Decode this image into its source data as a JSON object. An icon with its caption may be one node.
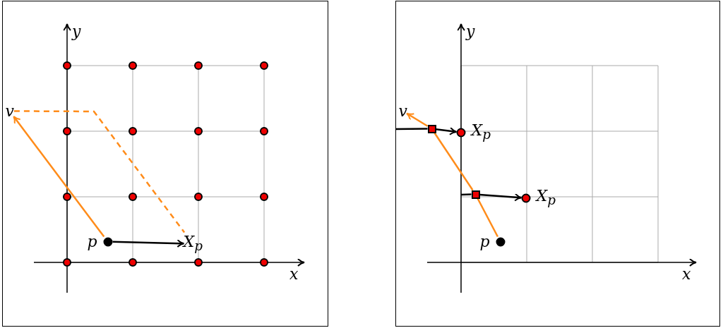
{
  "diagram": {
    "nodes": [
      {
        "text": [],
        "shape": "box"
      },
      {
        "text": [
          "p"
        ],
        "in": 0
      },
      {
        "text": [
          "v"
        ],
        "in": 0
      },
      {
        "text": [
          "X$_{p}$"
        ],
        "in": 0
      },
      {
        "text": [],
        "shape": "box"
      },
      {
        "text": [
          "p"
        ],
        "in": 4
      },
      {
        "text": [
          "v"
        ],
        "in": 4
      },
      {
        "text": [
          "X$_{p}$"
        ],
        "in": 4
      },
      {
        "text": [
          "X$_{p}$"
        ],
        "in": 4
      },
      {
        "text": [],
        "shape": "box",
        "in": 4
      },
      {
        "text": [],
        "shape": "box",
        "in": 4
      }
    ],
    "edges": [
      {
        "from": 1,
        "to": 3,
        "arrow": "to",
        "color": "#000000"
      },
      {
        "from": 1,
        "to": 2,
        "arrow": "to",
        "color": "#ff8c1a"
      },
      {
        "from": 2,
        "to": 3,
        "arrow": "none",
        "style": "dashed",
        "color": "#ff8c1a"
      },
      {
        "from": 5,
        "to": 10,
        "arrow": "none",
        "color": "#ff8c1a"
      },
      {
        "from": 10,
        "to": 9,
        "arrow": "none",
        "color": "#ff8c1a"
      },
      {
        "from": 9,
        "to": 6,
        "arrow": "to",
        "color": "#ff8c1a"
      },
      {
        "from": null,
        "to": 9,
        "arrow": "none",
        "color": "#000000"
      },
      {
        "from": 9,
        "to": 7,
        "arrow": "to",
        "color": "#000000"
      },
      {
        "from": null,
        "to": 10,
        "arrow": "none",
        "color": "#000000"
      },
      {
        "from": 10,
        "to": 8,
        "arrow": "to",
        "color": "#000000"
      }
    ],
    "labels": [
      "y",
      "x",
      "y",
      "x"
    ]
  }
}
